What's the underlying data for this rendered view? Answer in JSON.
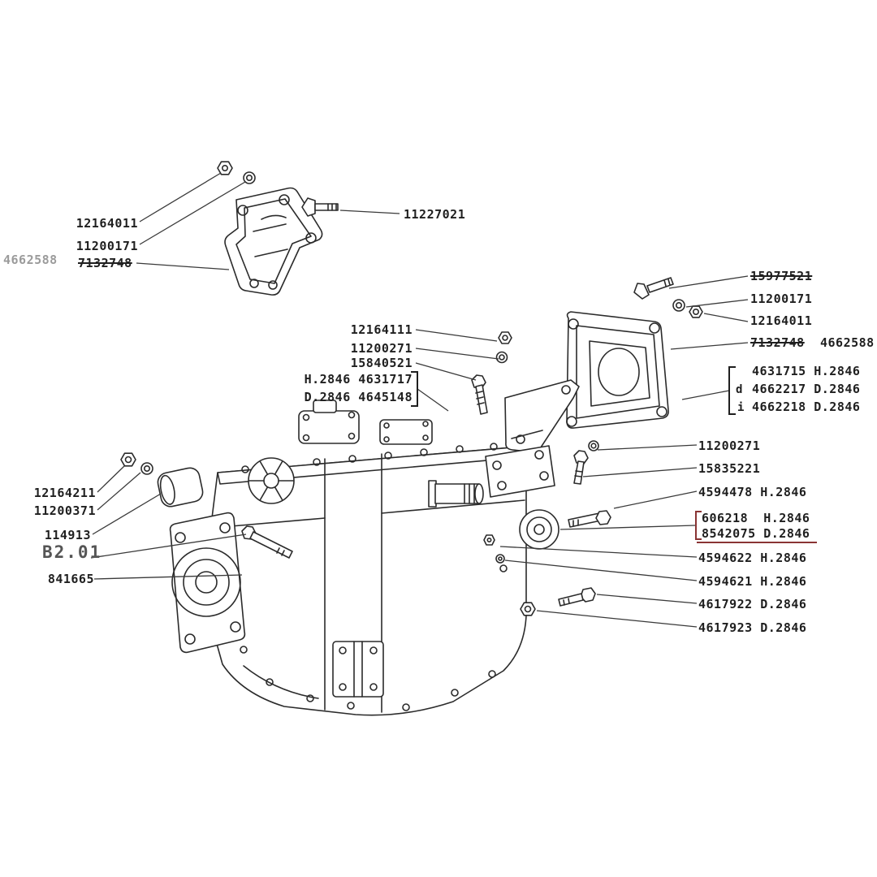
{
  "meta": {
    "description": "Parts catalogue diagram of a gearbox / transmission with mounting brackets and fastener part numbers"
  },
  "colors": {
    "ink": "#1f1f1f",
    "line": "#2b2b2b",
    "leader": "#3a3a3a",
    "gray": "#9b9b9b",
    "red": "#8a3434",
    "bg": "#ffffff"
  },
  "labels": {
    "tl_nut": "12164011",
    "tl_washer": "11200171",
    "tl_alt": "4662588",
    "tl_struck": "7132748",
    "top_bolt": "11227021",
    "tr_bolt": "15977521",
    "tr_washer": "11200171",
    "tr_nut": "12164011",
    "tr_struck": "7132748",
    "tr_alt": "4662588",
    "tr_bracket_row1": "4631715 H.2846",
    "tr_bracket_row2_prefix": "d",
    "tr_bracket_row2": "4662217 D.2846",
    "tr_bracket_row3_prefix": "i",
    "tr_bracket_row3": "4662218 D.2846",
    "c_nut": "12164111",
    "c_washer": "11200271",
    "c_bolt": "15840521",
    "c_bracket_row1": "H.2846 4631717",
    "c_bracket_row2": "D.2846 4645148",
    "r_washer": "11200271",
    "r_bolt": "15835221",
    "r_mount_bolt": "4594478 H.2846",
    "r_bracket_row1": "606218  H.2846",
    "r_bracket_row2": "8542075 D.2846",
    "r_row4": "4594622 H.2846",
    "r_row5": "4594621 H.2846",
    "r_row6": "4617922 D.2846",
    "r_row7": "4617923 D.2846",
    "l_nut": "12164211",
    "l_washer": "11200371",
    "l_pad": "114913",
    "l_section": "B2.01",
    "l_plug": "841665"
  }
}
